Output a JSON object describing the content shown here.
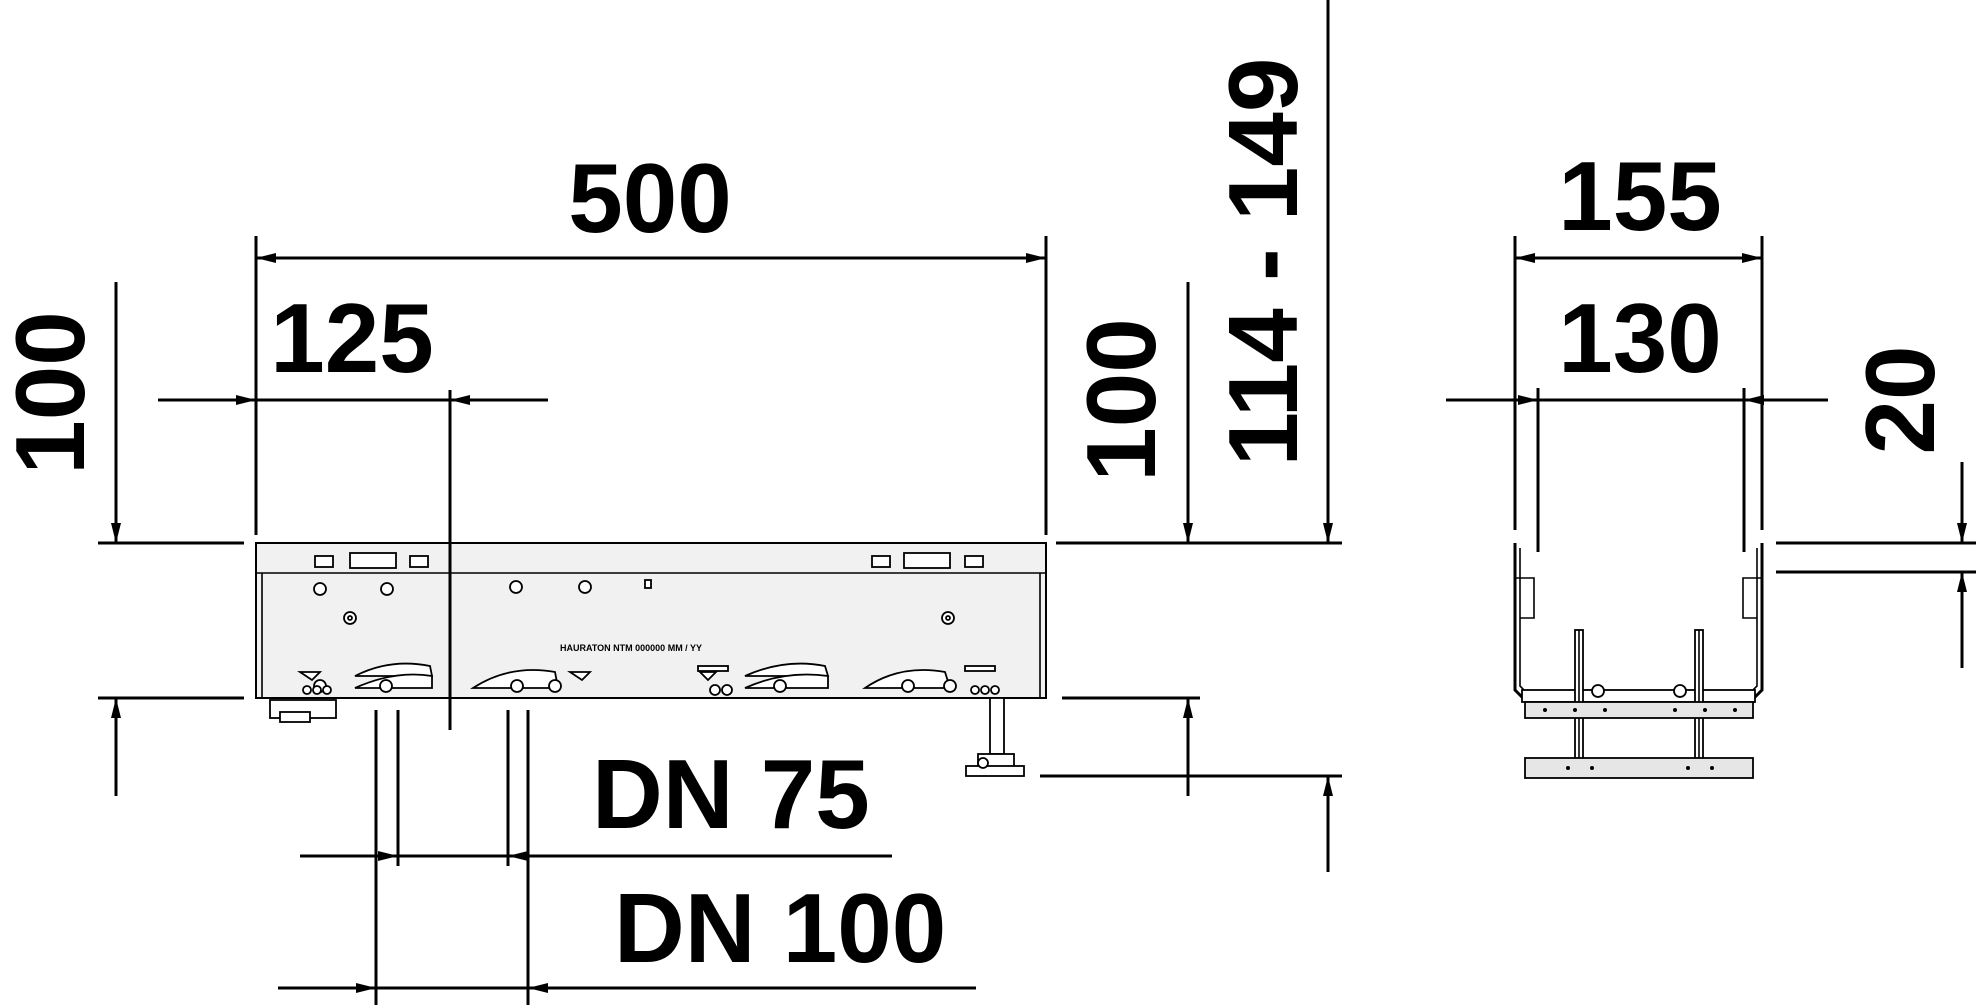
{
  "dimensions": {
    "length": "500",
    "offset": "125",
    "height_left": "100",
    "height_right": "100",
    "total_height_range": "114 - 149",
    "outer_width": "155",
    "inner_width": "130",
    "rim_height": "20",
    "outlet_small": "DN 75",
    "outlet_large": "DN 100"
  },
  "channel_marking": "HAURATON  NTM 000000  MM / YY"
}
